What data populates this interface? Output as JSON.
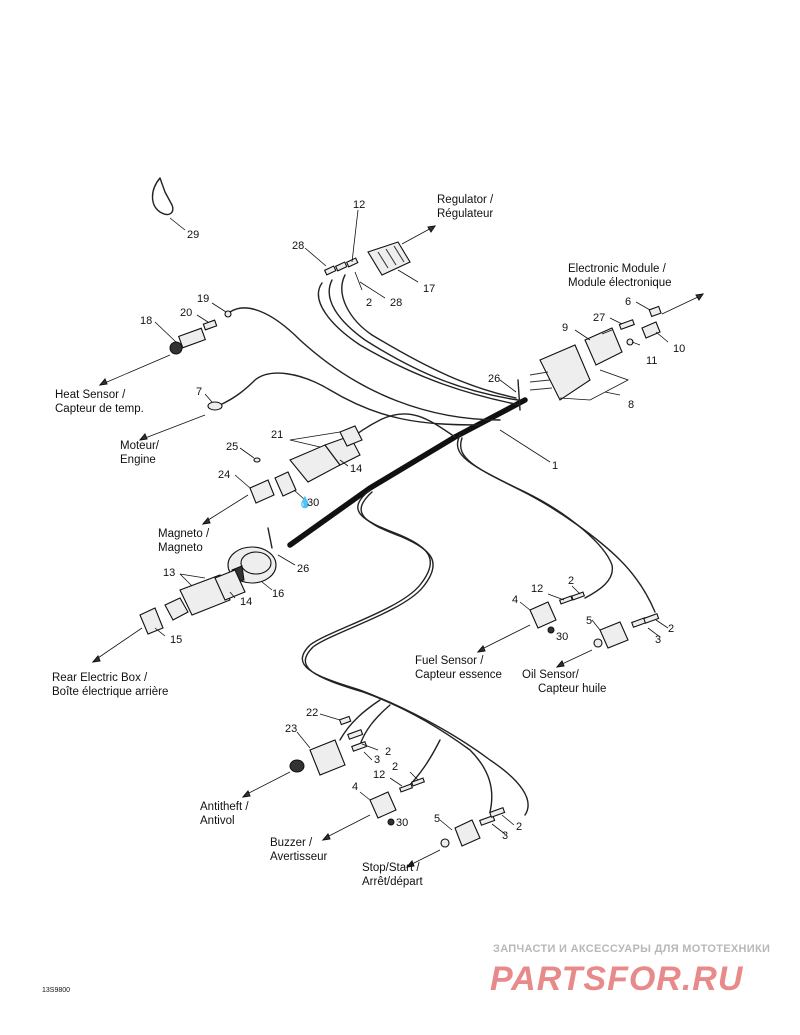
{
  "labels": {
    "regulator": [
      "Regulator /",
      "Régulateur"
    ],
    "electronic_module": [
      "Electronic Module /",
      "Module électronique"
    ],
    "heat_sensor": [
      "Heat Sensor /",
      "Capteur de temp."
    ],
    "engine": [
      "Moteur/",
      "Engine"
    ],
    "magneto": [
      "Magneto /",
      "Magneto"
    ],
    "rear_electric_box": [
      "Rear Electric Box /",
      "Boîte électrique arrière"
    ],
    "fuel_sensor": [
      "Fuel Sensor /",
      "Capteur essence"
    ],
    "oil_sensor": [
      "Oil Sensor/",
      "Capteur huile"
    ],
    "antitheft": [
      "Antitheft /",
      "Antivol"
    ],
    "buzzer": [
      "Buzzer /",
      "Avertisseur"
    ],
    "stop_start": [
      "Stop/Start /",
      "Arrêt/départ"
    ]
  },
  "callouts": {
    "n29": "29",
    "n12_top": "12",
    "n28_a": "28",
    "n28_b": "28",
    "n2_top": "2",
    "n17": "17",
    "n19": "19",
    "n20": "20",
    "n18": "18",
    "n7": "7",
    "n6": "6",
    "n27": "27",
    "n9": "9",
    "n10": "10",
    "n11": "11",
    "n8": "8",
    "n26_top": "26",
    "n1": "1",
    "n21": "21",
    "n25": "25",
    "n14_a": "14",
    "n24": "24",
    "n30_a": "30",
    "n26_mid": "26",
    "n13": "13",
    "n14_b": "14",
    "n16": "16",
    "n15": "15",
    "n12_fuel": "12",
    "n2_fuel": "2",
    "n4_fuel": "4",
    "n30_fuel": "30",
    "n5_oil": "5",
    "n2_oil": "2",
    "n3_oil": "3",
    "n22": "22",
    "n23": "23",
    "n3_anti": "3",
    "n2_anti": "2",
    "n12_buzz": "12",
    "n2_buzz": "2",
    "n4_buzz": "4",
    "n30_buzz": "30",
    "n5_stop": "5",
    "n2_stop": "2",
    "n3_stop": "3"
  },
  "image_code": "13S9800",
  "watermark": {
    "tagline": "ЗАПЧАСТИ И АКСЕССУАРЫ ДЛЯ МОТОТЕХНИКИ",
    "logo": "PARTSFOR.RU"
  }
}
